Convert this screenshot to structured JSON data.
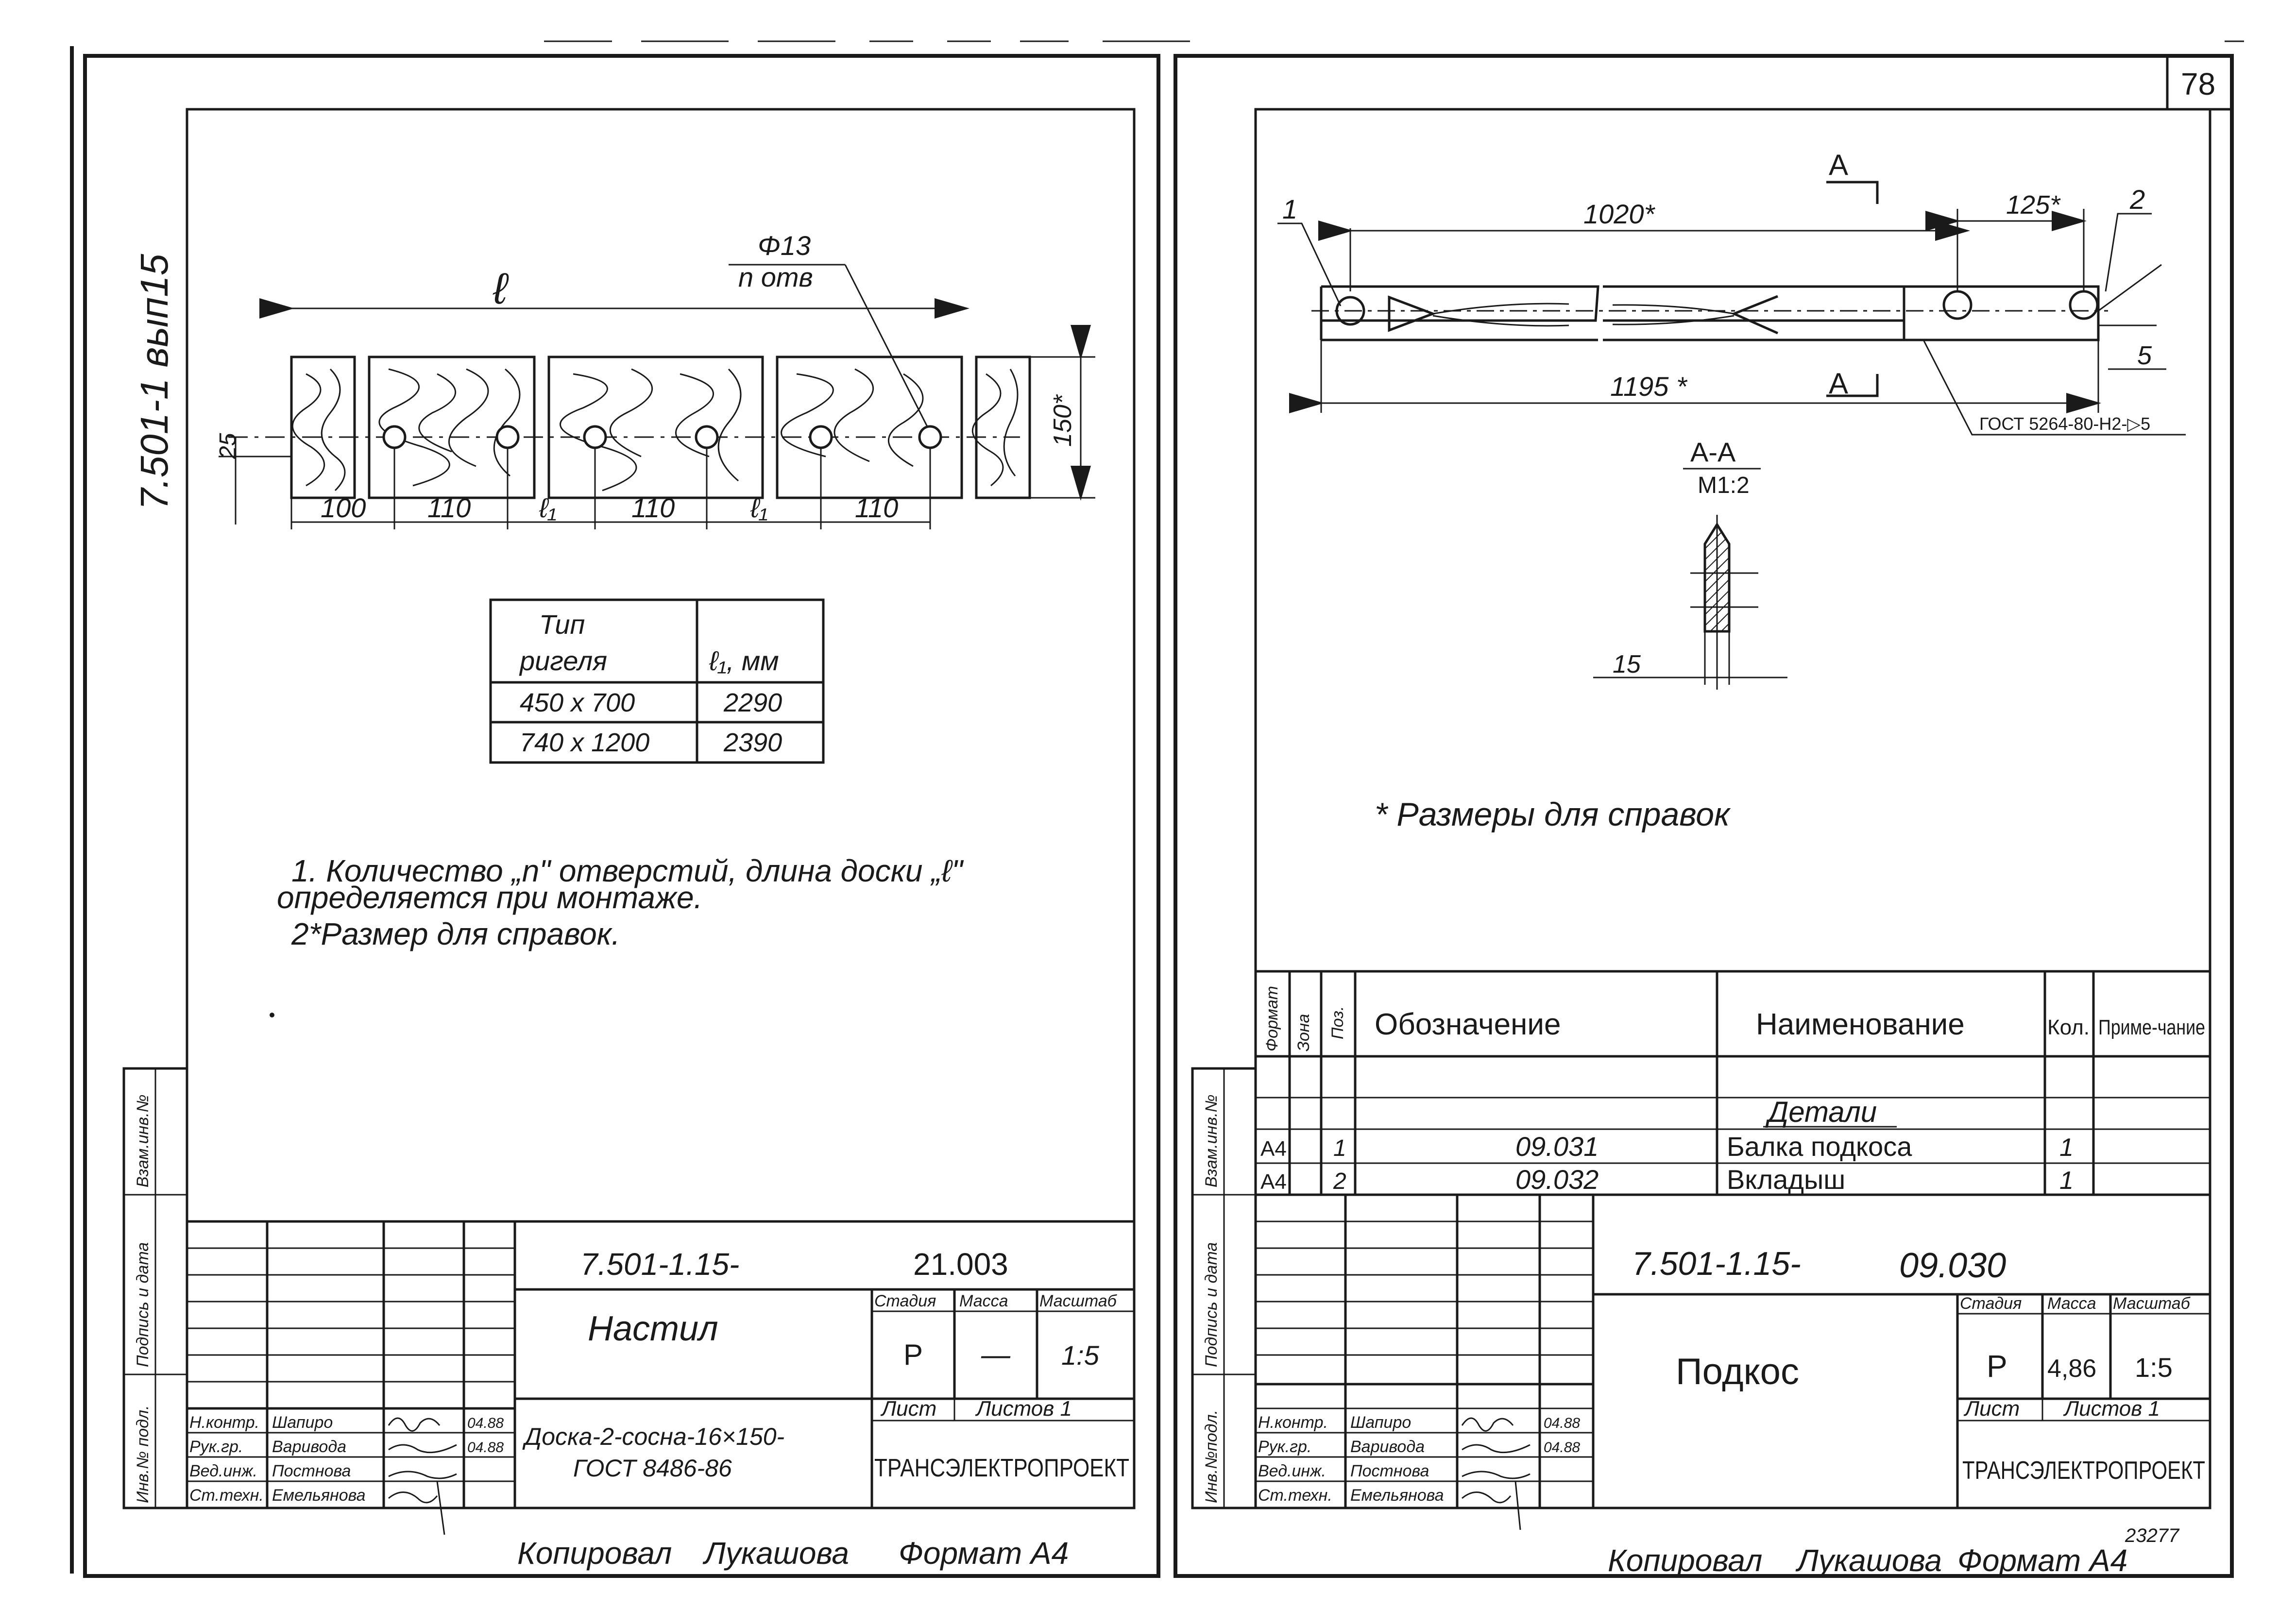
{
  "page_number": "78",
  "archive_number": "23277",
  "left_sheet": {
    "side_code": "7.501-1 вып15",
    "drawing": {
      "hole_callout_top": "Φ13",
      "hole_callout_bottom": "n отв",
      "length_label": "ℓ",
      "dim_25": "25",
      "dim_150": "150*",
      "bottom_dims": [
        "100",
        "110",
        "ℓ₁",
        "110",
        "ℓ₁",
        "110"
      ]
    },
    "table": {
      "header_type_1": "Тип",
      "header_type_2": "ригеля",
      "header_l1": "ℓ₁, мм",
      "rows": [
        {
          "type": "450 x 700",
          "l1": "2290"
        },
        {
          "type": "740 x 1200",
          "l1": "2390"
        }
      ]
    },
    "notes": [
      "1. Количество „n\" отверстий, длина доски „ℓ\"",
      "определяется при монтаже.",
      "2*Размер для справок."
    ],
    "side_stamp": [
      "Инв.№ подл.",
      "Подпись и дата",
      "Взам.инв.№"
    ],
    "title_block": {
      "code": "7.501-1.15-",
      "number": "21.003",
      "name": "Настил",
      "stage_header": "Стадия",
      "mass_header": "Масса",
      "scale_header": "Масштаб",
      "stage": "Р",
      "mass": "—",
      "scale": "1:5",
      "sheet_label": "Лист",
      "sheets_label": "Листов 1",
      "material_1": "Доска-2-сосна-16×150-",
      "material_2": "ГОСТ 8486-86",
      "org": "ТРАНСЭЛЕКТРОПРОЕКТ",
      "roles": [
        "Н.контр.",
        "Рук.гр.",
        "Вед.инж.",
        "Ст.техн."
      ],
      "names": [
        "Шапиро",
        "Варивода",
        "Постнова",
        "Емельянова"
      ],
      "dates": [
        "04.88",
        "04.88"
      ]
    },
    "footer": {
      "copied": "Копировал",
      "copier": "Лукашова",
      "format": "Формат А4"
    }
  },
  "right_sheet": {
    "drawing": {
      "section_mark": "А",
      "pos_1": "1",
      "pos_2": "2",
      "dim_1020": "1020*",
      "dim_125": "125*",
      "dim_1195": "1195 *",
      "dim_5": "5",
      "gost_weld": "ГОСТ 5264-80-Н2-▷5",
      "section_title": "А-А",
      "section_scale": "М1:2",
      "dim_15": "15",
      "ref_note": "* Размеры для справок"
    },
    "spec_table": {
      "headers": {
        "format": "Формат",
        "zone": "Зона",
        "pos": "Поз.",
        "designation": "Обозначение",
        "name": "Наименование",
        "qty": "Кол.",
        "note": "Приме-чание"
      },
      "section_heading": "Детали",
      "rows": [
        {
          "format": "А4",
          "pos": "1",
          "designation": "09.031",
          "name": "Балка подкоса",
          "qty": "1"
        },
        {
          "format": "А4",
          "pos": "2",
          "designation": "09.032",
          "name": "Вкладыш",
          "qty": "1"
        }
      ]
    },
    "side_stamp": [
      "Инв.№подл.",
      "Подпись и дата",
      "Взам.инв.№"
    ],
    "title_block": {
      "code": "7.501-1.15-",
      "number": "09.030",
      "name": "Подкос",
      "stage_header": "Стадия",
      "mass_header": "Масса",
      "scale_header": "Масштаб",
      "stage": "Р",
      "mass": "4,86",
      "scale": "1:5",
      "sheet_label": "Лист",
      "sheets_label": "Листов 1",
      "org": "ТРАНСЭЛЕКТРОПРОЕКТ",
      "roles": [
        "Н.контр.",
        "Рук.гр.",
        "Вед.инж.",
        "Ст.техн."
      ],
      "names": [
        "Шапиро",
        "Варивода",
        "Постнова",
        "Емельянова"
      ],
      "dates": [
        "04.88",
        "04.88"
      ]
    },
    "footer": {
      "copied": "Копировал",
      "copier": "Лукашова",
      "format": "Формат А4"
    }
  }
}
